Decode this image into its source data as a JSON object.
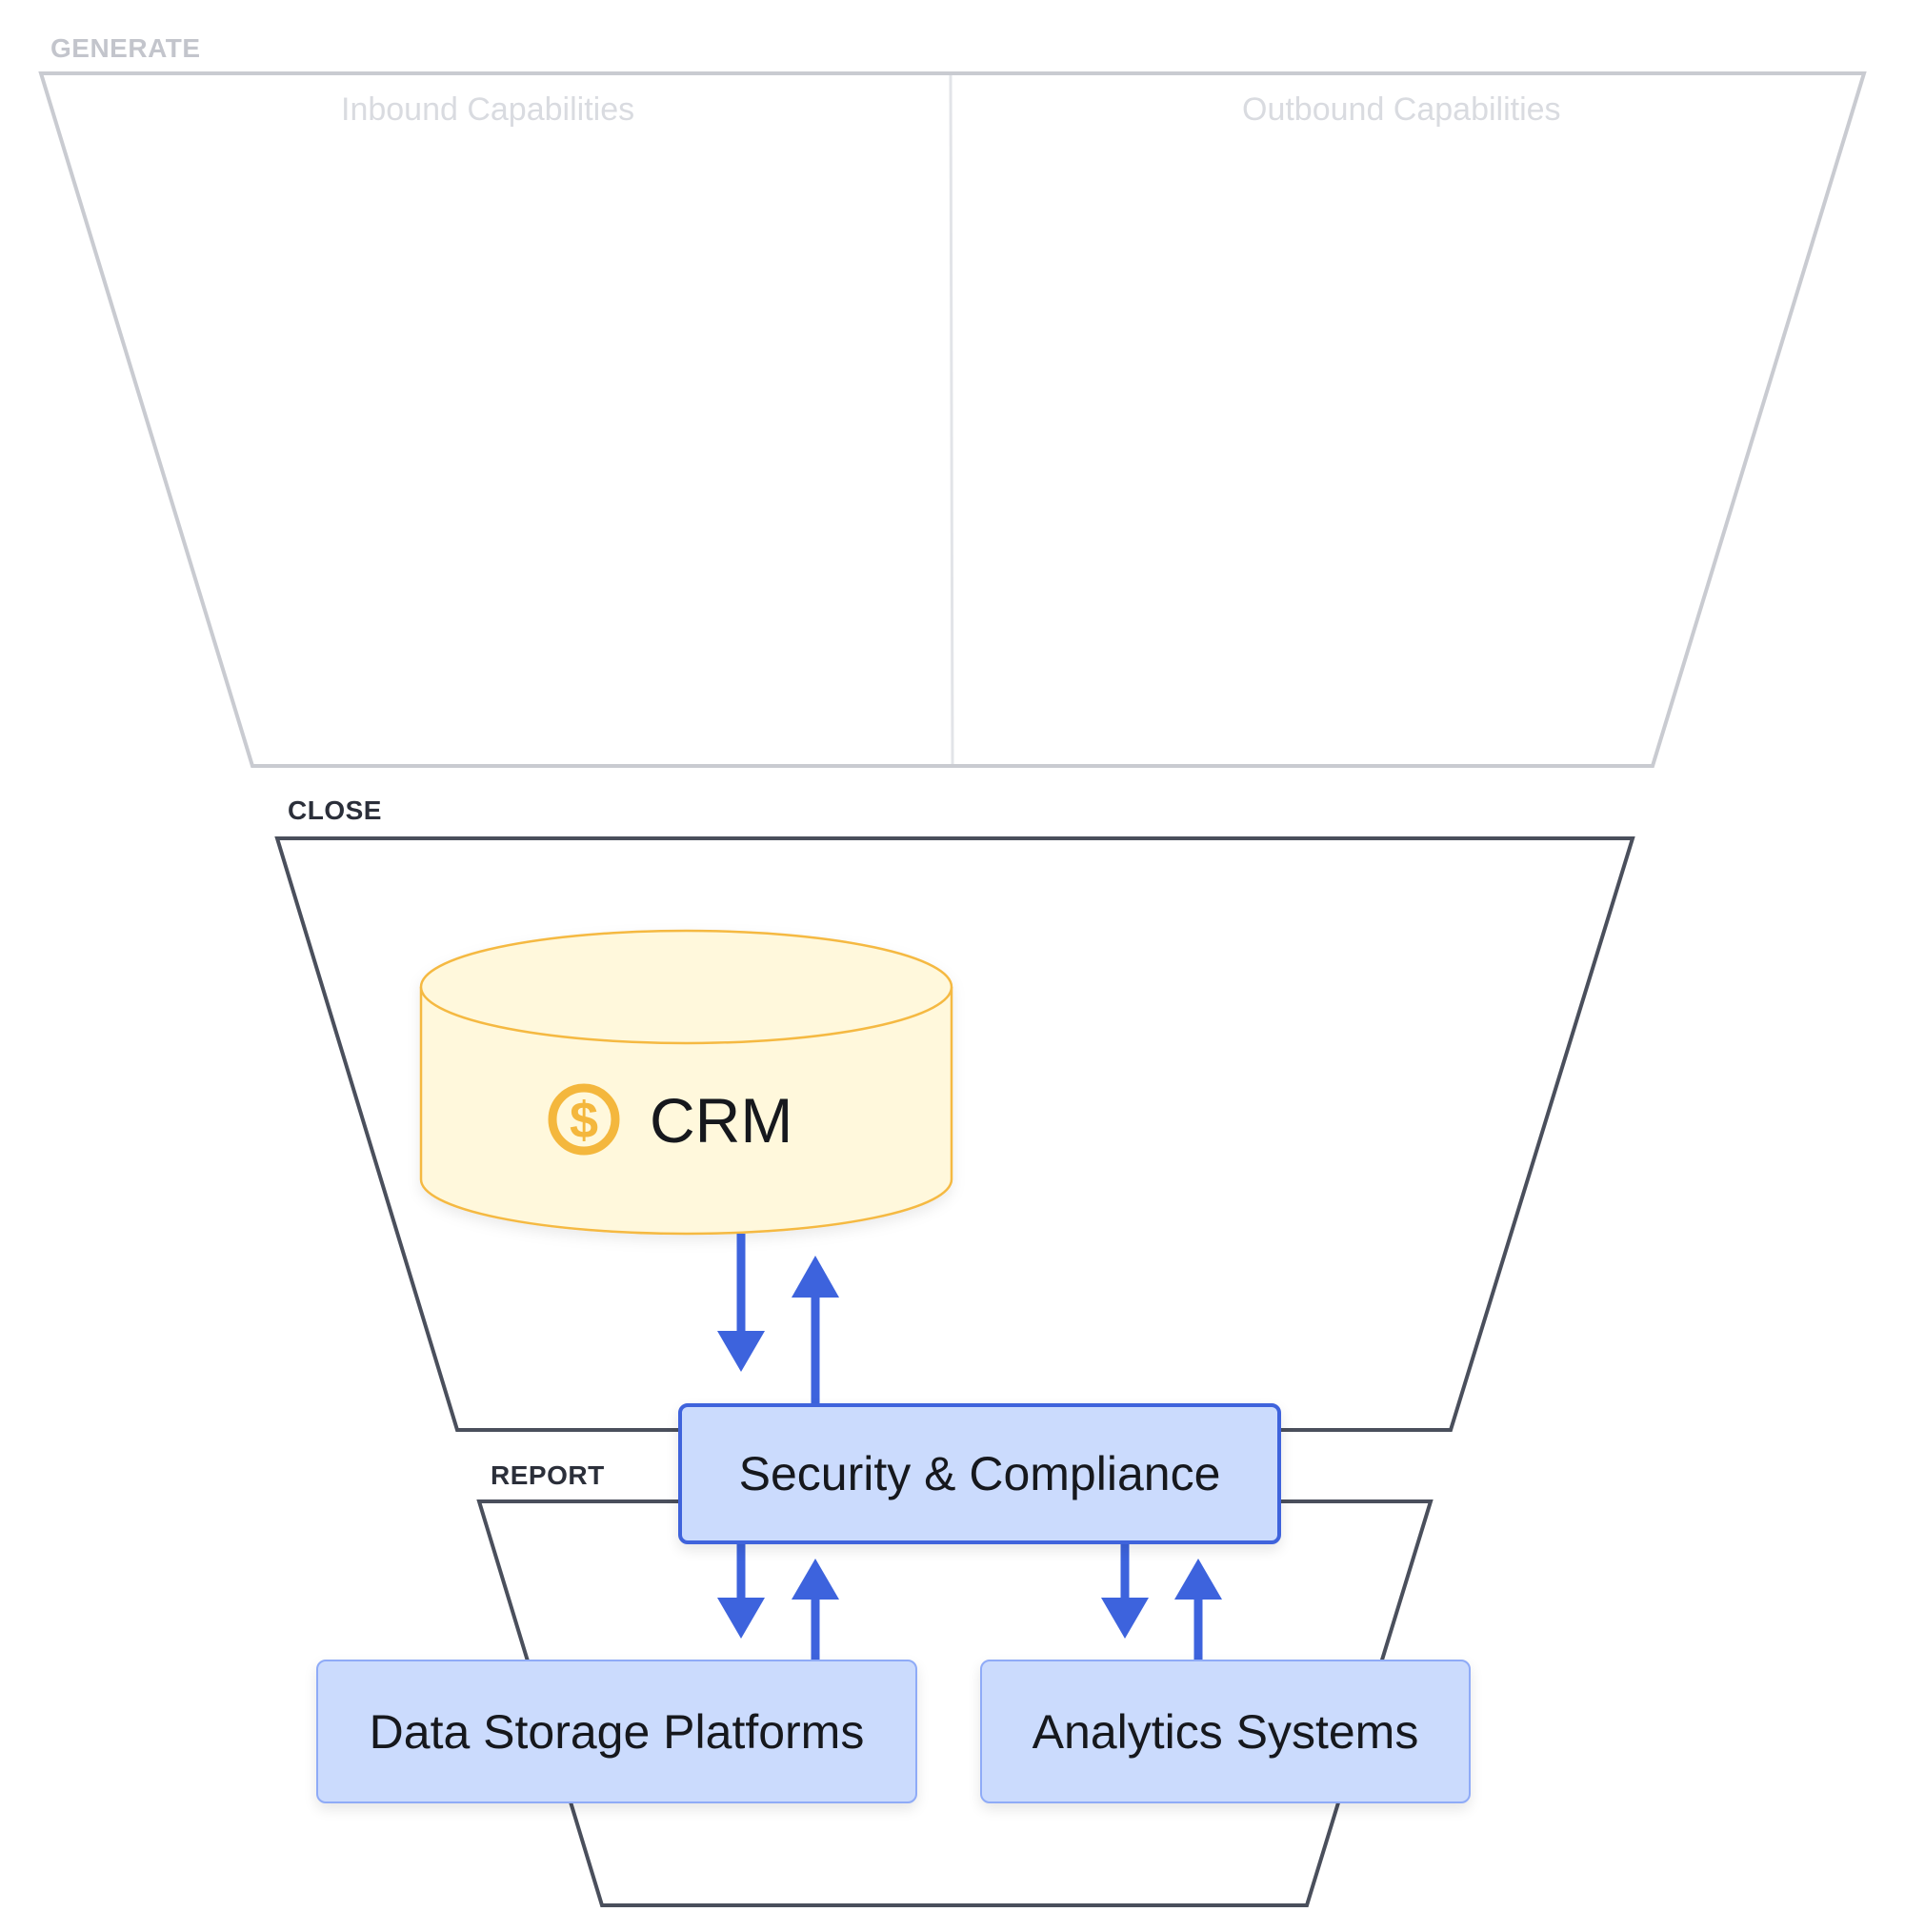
{
  "stages": {
    "generate": {
      "label": "GENERATE",
      "columns": [
        "Inbound Capabilities",
        "Outbound Capabilities"
      ]
    },
    "close": {
      "label": "CLOSE"
    },
    "report": {
      "label": "REPORT"
    }
  },
  "nodes": {
    "crm": {
      "label": "CRM",
      "icon": "dollar-coin-icon"
    },
    "security": {
      "label": "Security & Compliance"
    },
    "data_storage": {
      "label": "Data Storage Platforms"
    },
    "analytics": {
      "label": "Analytics Systems"
    }
  },
  "edges": [
    {
      "from": "crm",
      "to": "security"
    },
    {
      "from": "security",
      "to": "crm"
    },
    {
      "from": "security",
      "to": "data_storage"
    },
    {
      "from": "data_storage",
      "to": "security"
    },
    {
      "from": "security",
      "to": "analytics"
    },
    {
      "from": "analytics",
      "to": "security"
    }
  ],
  "colors": {
    "arrow": "#3d63dd",
    "generate_stroke": "#c9cbd1",
    "stage_stroke": "#4a4f5c",
    "crm_fill": "#fff8dc",
    "crm_stroke": "#f5b942",
    "box_fill": "#cbdbfd"
  }
}
